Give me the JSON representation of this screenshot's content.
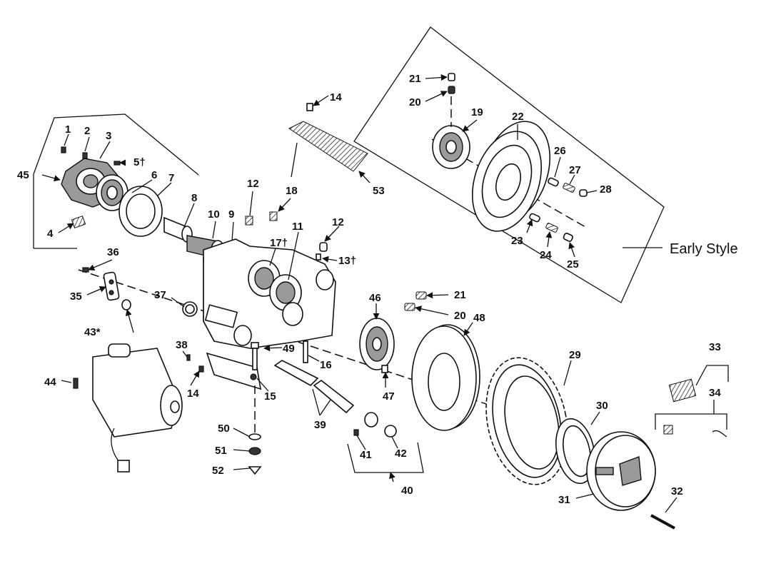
{
  "group_note": "Early Style",
  "labels": {
    "l1": "1",
    "l2": "2",
    "l3": "3",
    "l4": "4",
    "l5": "5†",
    "l6": "6",
    "l7": "7",
    "l8": "8",
    "l9": "9",
    "l10": "10",
    "l11": "11",
    "l12a": "12",
    "l12b": "12",
    "l13": "13†",
    "l14a": "14",
    "l14b": "14",
    "l15": "15",
    "l16": "16",
    "l17": "17†",
    "l18": "18",
    "l19": "19",
    "l20a": "20",
    "l20b": "20",
    "l21a": "21",
    "l21b": "21",
    "l22": "22",
    "l23": "23",
    "l24": "24",
    "l25": "25",
    "l26": "26",
    "l27": "27",
    "l28": "28",
    "l29": "29",
    "l30": "30",
    "l31": "31",
    "l32": "32",
    "l33": "33",
    "l34": "34",
    "l35": "35",
    "l36": "36",
    "l37": "37",
    "l38": "38",
    "l39": "39",
    "l40": "40",
    "l41": "41",
    "l42": "42",
    "l43": "43*",
    "l44": "44",
    "l45": "45",
    "l46": "46",
    "l47": "47",
    "l48": "48",
    "l49": "49",
    "l50": "50",
    "l51": "51",
    "l52": "52",
    "l53": "53"
  }
}
